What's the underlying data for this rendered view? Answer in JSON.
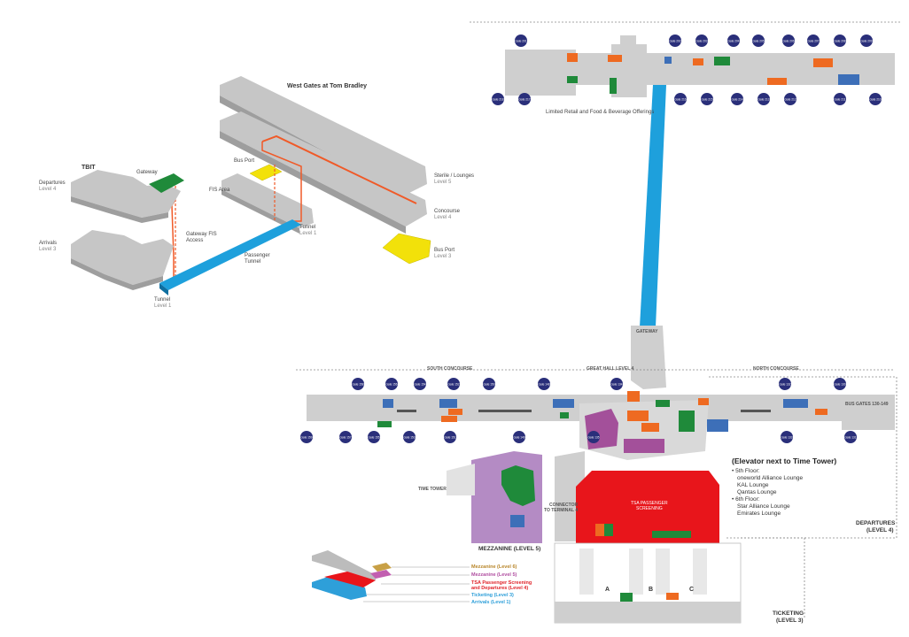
{
  "overview": {
    "west_gates": "West Gates at Tom Bradley",
    "tbit": "TBIT",
    "gateway": "Gateway",
    "departures": "Departures",
    "departures_level": "Level 4",
    "arrivals": "Arrivals",
    "arrivals_level": "Level 3",
    "bus_port_top": "Bus Port",
    "fis_area": "FIS Area",
    "gateway_fis": "Gateway FIS",
    "gateway_fis2": "Access",
    "passenger_tunnel": "Passenger",
    "passenger_tunnel2": "Tunnel",
    "tunnel_left": "Tunnel",
    "tunnel_left_level": "Level 1",
    "tunnel_right": "Tunnel",
    "tunnel_right_level": "Level 1",
    "sterile": "Sterile / Lounges",
    "sterile_level": "Level 5",
    "concourse": "Concourse",
    "concourse_level": "Level 4",
    "bus_port_bottom": "Bus Port",
    "bus_port_bottom_level": "Level 3"
  },
  "labels": {
    "limited_retail": "Limited Retail and Food & Beverage Offerings",
    "gateway": "GATEWAY",
    "south_concourse": "SOUTH CONCOURSE",
    "great_hall": "GREAT HALL LEVEL 4",
    "north_concourse": "NORTH CONCOURSE",
    "bus_gates": "BUS GATES 130-149",
    "time_tower": "TIME TOWER",
    "connector": "CONNECTOR",
    "connector2": "TO TERMINAL 4",
    "mezzanine": "MEZZANINE (LEVEL 5)",
    "tsa": "TSA PASSENGER",
    "tsa2": "SCREENING",
    "departures": "DEPARTURES",
    "departures_level": "(LEVEL 4)",
    "ticketing": "TICKETING",
    "ticketing_level": "(LEVEL 3)",
    "row_a": "A",
    "row_b": "B",
    "row_c": "C"
  },
  "elevator_info": {
    "title": "(Elevator next to Time Tower)",
    "floor5": "5th Floor:",
    "floor5_items": [
      "oneworld Alliance Lounge",
      "KAL Lounge",
      "Qantas Lounge"
    ],
    "floor6": "6th Floor:",
    "floor6_items": [
      "Star Alliance Lounge",
      "Emirates Lounge"
    ]
  },
  "legend": {
    "items": [
      {
        "label": "Mezzanine (Level 6)",
        "color": "#c8a046"
      },
      {
        "label": "Mezzanine (Level 5)",
        "color": "#c25fb0"
      },
      {
        "label": "TSA Passenger Screening",
        "color": "#e0242a"
      },
      {
        "label": "and Departures (Level 4)",
        "color": "#e0242a"
      },
      {
        "label": "Ticketing (Level 3)",
        "color": "#2e9fd9"
      },
      {
        "label": "Arrivals (Level 1)",
        "color": "#2e9fd9"
      }
    ]
  },
  "north_gates_top": [
    "Gate 201",
    "Gate 202",
    "Gate 203",
    "Gate 204",
    "Gate 205",
    "Gate 206",
    "Gate 207",
    "Gate 208",
    "Gate 209"
  ],
  "north_gates_bottom": [
    "Gate 218",
    "Gate 217",
    "Gate 216",
    "Gate 215",
    "Gate 214",
    "Gate 213",
    "Gate 212",
    "Gate 211",
    "Gate 210"
  ],
  "main_gates_top": [
    "Gate 158",
    "Gate 156",
    "Gate 154",
    "Gate 152",
    "Gate 150",
    "Gate 148",
    "Gate 134",
    "Gate 132",
    "Gate 130"
  ],
  "main_gates_bottom": [
    "Gate 159",
    "Gate 157",
    "Gate 155",
    "Gate 153",
    "Gate 151",
    "Gate 149",
    "Gate 135",
    "Gate 133",
    "Gate 131"
  ],
  "colors": {
    "building": "#cfcfcf",
    "building_dark": "#a8a8a8",
    "gate_badge": "#2a2f7a",
    "walkway": "#1ea0dc",
    "tsa": "#e8151b",
    "mezzanine": "#b48bc4",
    "shop_orange": "#ee6a21",
    "shop_green": "#1f8a3a",
    "shop_blue": "#3d6fb8",
    "bus_yellow": "#f2e10a",
    "tunnel_orange": "#f05a28"
  }
}
